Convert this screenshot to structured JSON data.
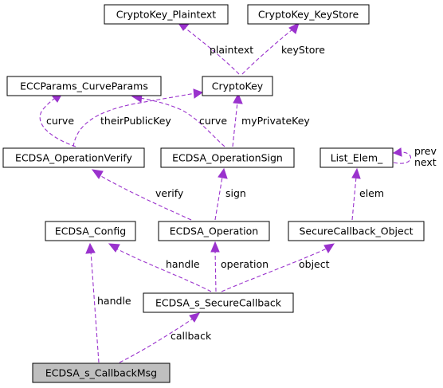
{
  "colors": {
    "edge": "#9a32cd",
    "node_fill": "#ffffff",
    "focus_fill": "#bfbfbf",
    "border": "#000000"
  },
  "nodes": {
    "plaintext_key": "CryptoKey_Plaintext",
    "keystore_key": "CryptoKey_KeyStore",
    "ecc_params": "ECCParams_CurveParams",
    "crypto_key": "CryptoKey",
    "op_verify": "ECDSA_OperationVerify",
    "op_sign": "ECDSA_OperationSign",
    "list_elem": "List_Elem_",
    "config": "ECDSA_Config",
    "operation": "ECDSA_Operation",
    "secure_callback_object": "SecureCallback_Object",
    "secure_callback": "ECDSA_s_SecureCallback",
    "callback_msg": "ECDSA_s_CallbackMsg"
  },
  "edges": {
    "plaintext": "plaintext",
    "keystore": "keyStore",
    "curve_verify": "curve",
    "their_public_key": "theirPublicKey",
    "curve_sign": "curve",
    "my_private_key": "myPrivateKey",
    "prev": "prev",
    "next": "next",
    "verify": "verify",
    "sign": "sign",
    "elem": "elem",
    "handle_operation": "handle",
    "operation": "operation",
    "object": "object",
    "handle_msg": "handle",
    "callback": "callback"
  }
}
